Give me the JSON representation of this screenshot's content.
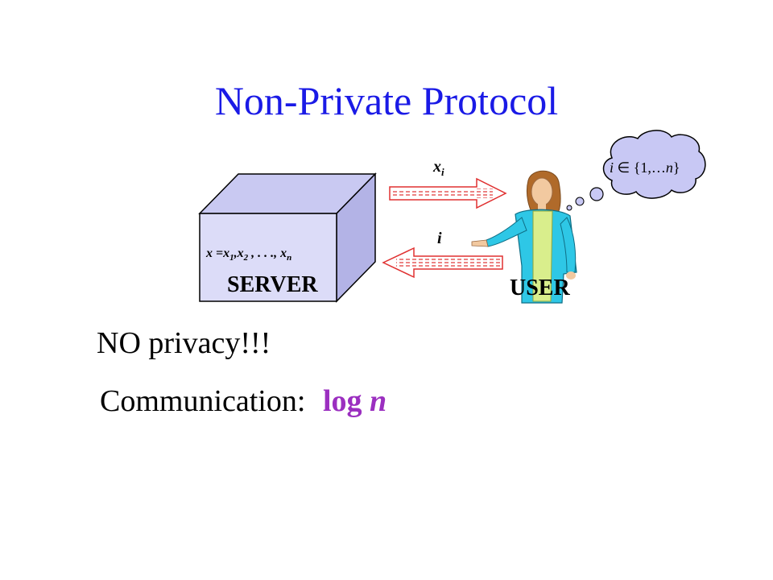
{
  "title": "Non-Private Protocol",
  "server": {
    "label": "SERVER",
    "data_label": "x =x1,x2 , . . ., xn"
  },
  "user": {
    "label": "USER"
  },
  "arrows": {
    "top_label": "xi",
    "bottom_label": "i"
  },
  "thought": "i ∈ {1,…n}",
  "line1": "NO privacy!!!",
  "line2": {
    "prefix": "Communication:",
    "value_word": "log",
    "value_var": "n"
  },
  "colors": {
    "title": "#1a1ae6",
    "box": "#dcdcf8",
    "arrow": "#e03030",
    "thought_cloud": "#c8c8f4",
    "highlight": "#9b2fc0"
  }
}
